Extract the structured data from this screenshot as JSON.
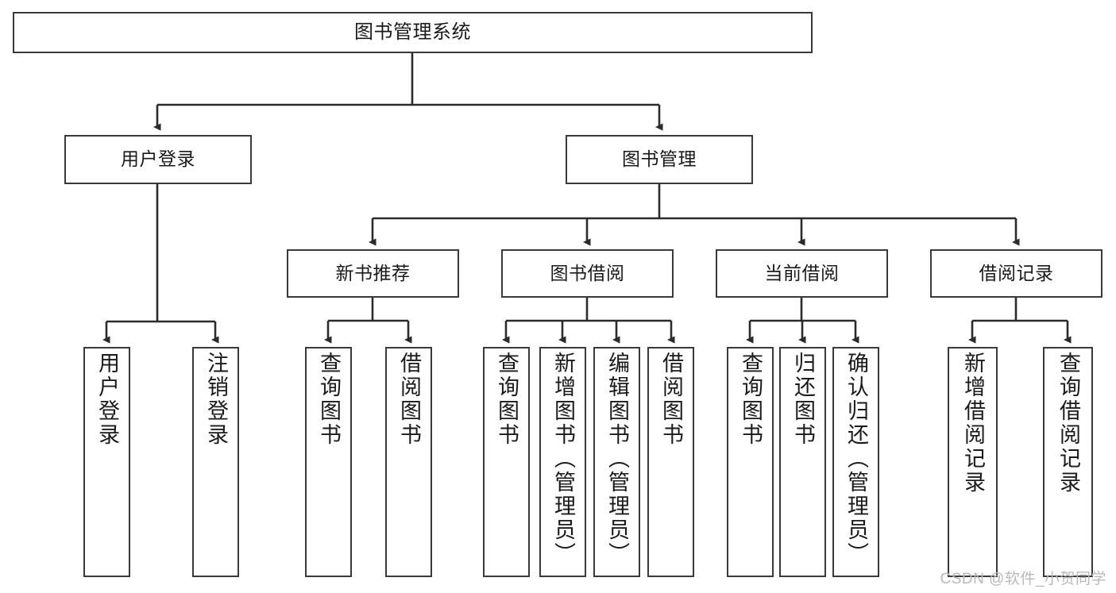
{
  "diagram": {
    "title": "图书管理系统",
    "type": "tree-hierarchy-diagram",
    "colors": {
      "box_border": "#3a3a3a",
      "box_fill": "#ffffff",
      "connector": "#2b2b2b",
      "text": "#1a1a1a",
      "watermark": "#b9b9b9",
      "background": "#ffffff"
    },
    "root": {
      "label": "图书管理系统"
    },
    "level2": [
      {
        "label": "用户登录"
      },
      {
        "label": "图书管理"
      }
    ],
    "level3": [
      {
        "label": "新书推荐"
      },
      {
        "label": "图书借阅"
      },
      {
        "label": "当前借阅"
      },
      {
        "label": "借阅记录"
      }
    ],
    "leaves": {
      "user_login": [
        {
          "label": "用户登录"
        },
        {
          "label": "注销登录"
        }
      ],
      "new_book_recommend": [
        {
          "label": "查询图书"
        },
        {
          "label": "借阅图书"
        }
      ],
      "book_borrow": [
        {
          "label": "查询图书"
        },
        {
          "label": "新增图书（管理员）"
        },
        {
          "label": "编辑图书（管理员）"
        },
        {
          "label": "借阅图书"
        }
      ],
      "current_borrow": [
        {
          "label": "查询图书"
        },
        {
          "label": "归还图书"
        },
        {
          "label": "确认归还（管理员）"
        }
      ],
      "borrow_record": [
        {
          "label": "新增借阅记录"
        },
        {
          "label": "查询借阅记录"
        }
      ]
    }
  },
  "watermark": {
    "text": "CSDN @软件_小贺同学"
  }
}
